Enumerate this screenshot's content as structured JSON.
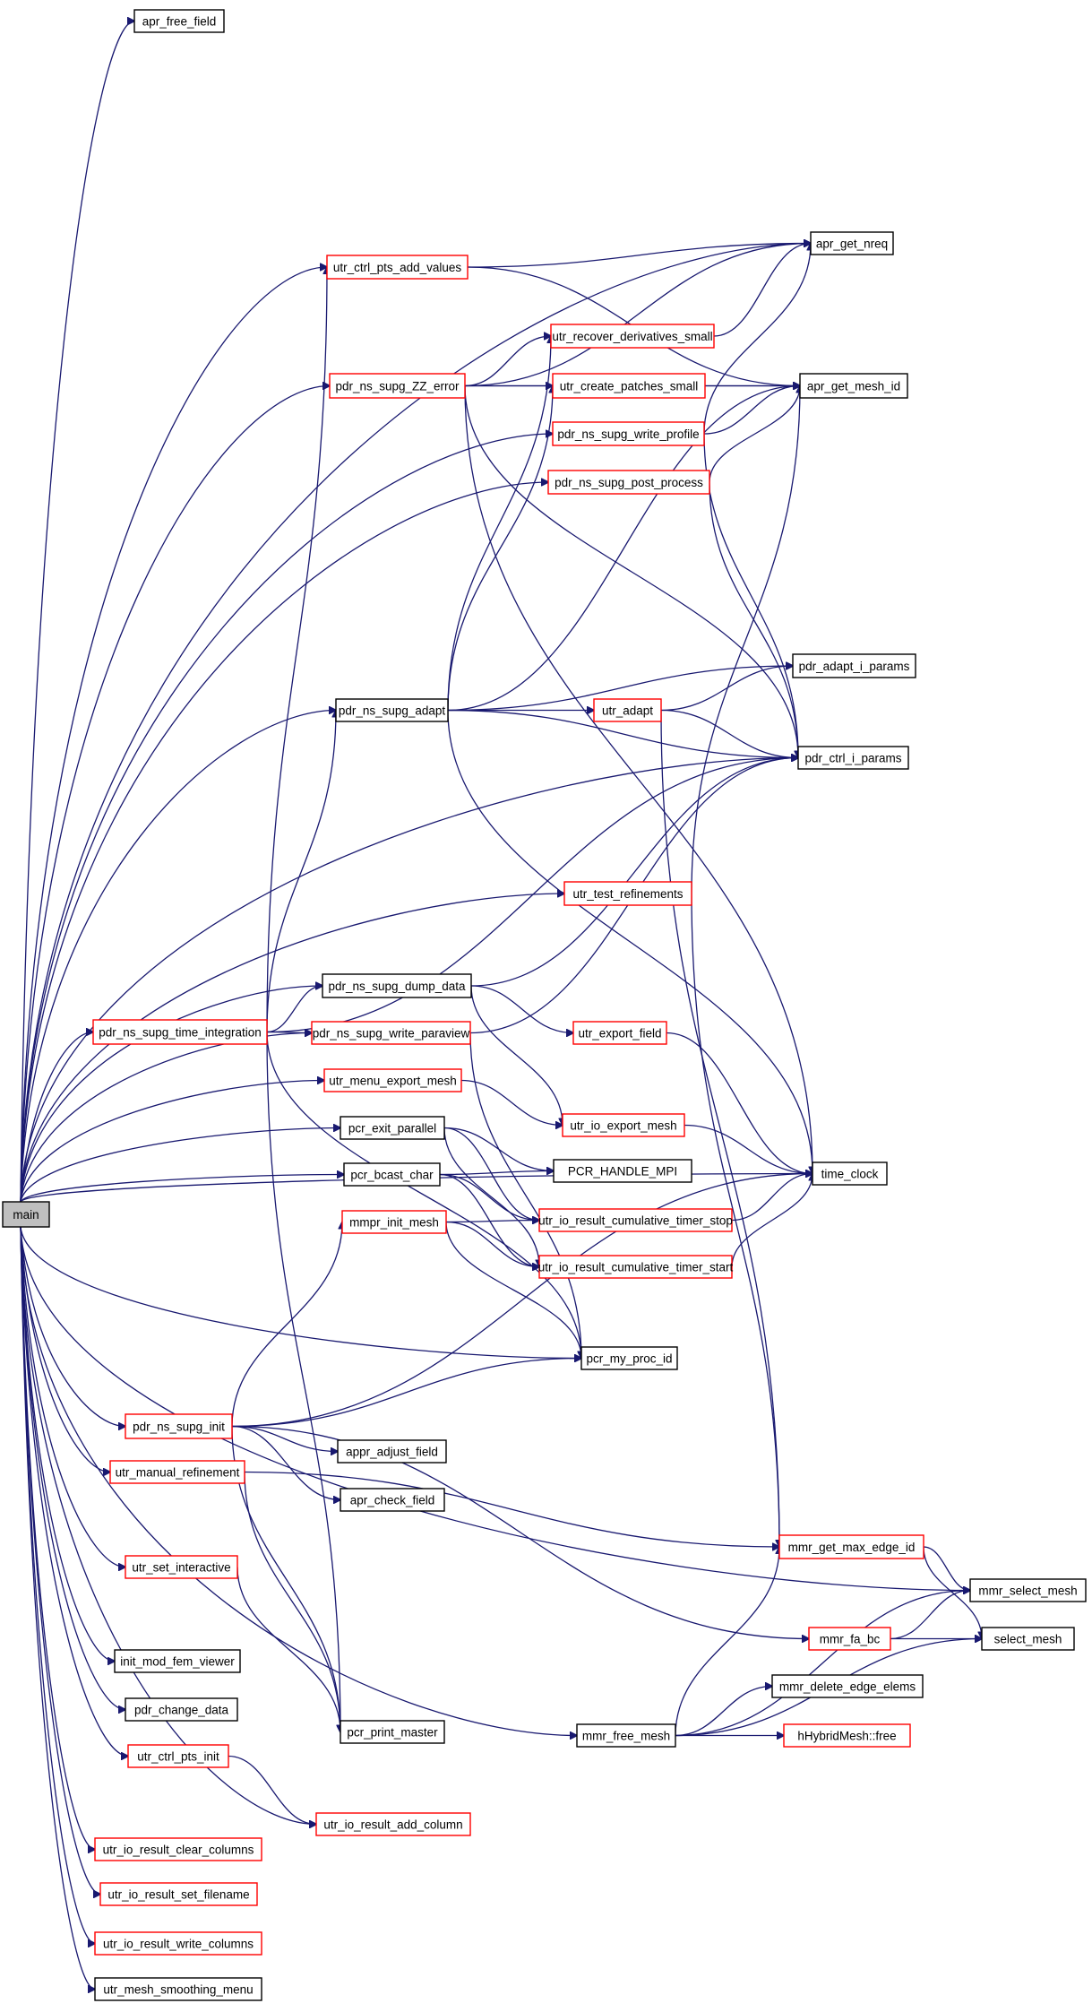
{
  "graph": {
    "colors": {
      "edge": "#191970",
      "root_fill": "#bfbfbf",
      "box_black": "#000000",
      "box_red": "#ff0000"
    },
    "nodes": [
      {
        "id": "main",
        "label": "main",
        "style": "root"
      },
      {
        "id": "apr_free_field",
        "label": "apr_free_field",
        "style": "black"
      },
      {
        "id": "apr_get_nreq",
        "label": "apr_get_nreq",
        "style": "black"
      },
      {
        "id": "utr_ctrl_pts_add_values",
        "label": "utr_ctrl_pts_add_values",
        "style": "red"
      },
      {
        "id": "utr_recover_derivatives_small",
        "label": "utr_recover_derivatives_small",
        "style": "red"
      },
      {
        "id": "pdr_ns_supg_ZZ_error",
        "label": "pdr_ns_supg_ZZ_error",
        "style": "red"
      },
      {
        "id": "utr_create_patches_small",
        "label": "utr_create_patches_small",
        "style": "red"
      },
      {
        "id": "apr_get_mesh_id",
        "label": "apr_get_mesh_id",
        "style": "black"
      },
      {
        "id": "pdr_ns_supg_write_profile",
        "label": "pdr_ns_supg_write_profile",
        "style": "red"
      },
      {
        "id": "pdr_ns_supg_post_process",
        "label": "pdr_ns_supg_post_process",
        "style": "red"
      },
      {
        "id": "pdr_adapt_i_params",
        "label": "pdr_adapt_i_params",
        "style": "black"
      },
      {
        "id": "pdr_ns_supg_adapt",
        "label": "pdr_ns_supg_adapt",
        "style": "black"
      },
      {
        "id": "utr_adapt",
        "label": "utr_adapt",
        "style": "red"
      },
      {
        "id": "pdr_ctrl_i_params",
        "label": "pdr_ctrl_i_params",
        "style": "black"
      },
      {
        "id": "utr_test_refinements",
        "label": "utr_test_refinements",
        "style": "red"
      },
      {
        "id": "pdr_ns_supg_dump_data",
        "label": "pdr_ns_supg_dump_data",
        "style": "black"
      },
      {
        "id": "pdr_ns_supg_time_integration",
        "label": "pdr_ns_supg_time_integration",
        "style": "red"
      },
      {
        "id": "utr_export_field",
        "label": "utr_export_field",
        "style": "red"
      },
      {
        "id": "pdr_ns_supg_write_paraview",
        "label": "pdr_ns_supg_write_paraview",
        "style": "red"
      },
      {
        "id": "utr_menu_export_mesh",
        "label": "utr_menu_export_mesh",
        "style": "red"
      },
      {
        "id": "utr_io_export_mesh",
        "label": "utr_io_export_mesh",
        "style": "red"
      },
      {
        "id": "pcr_exit_parallel",
        "label": "pcr_exit_parallel",
        "style": "black"
      },
      {
        "id": "PCR_HANDLE_MPI",
        "label": "PCR_HANDLE_MPI",
        "style": "black"
      },
      {
        "id": "time_clock",
        "label": "time_clock",
        "style": "black"
      },
      {
        "id": "pcr_bcast_char",
        "label": "pcr_bcast_char",
        "style": "black"
      },
      {
        "id": "mmpr_init_mesh",
        "label": "mmpr_init_mesh",
        "style": "red"
      },
      {
        "id": "utr_io_result_cumulative_timer_stop",
        "label": "utr_io_result_cumulative_timer_stop",
        "style": "red"
      },
      {
        "id": "utr_io_result_cumulative_timer_start",
        "label": "utr_io_result_cumulative_timer_start",
        "style": "red"
      },
      {
        "id": "pcr_my_proc_id",
        "label": "pcr_my_proc_id",
        "style": "black"
      },
      {
        "id": "pdr_ns_supg_init",
        "label": "pdr_ns_supg_init",
        "style": "red"
      },
      {
        "id": "appr_adjust_field",
        "label": "appr_adjust_field",
        "style": "black"
      },
      {
        "id": "utr_manual_refinement",
        "label": "utr_manual_refinement",
        "style": "red"
      },
      {
        "id": "apr_check_field",
        "label": "apr_check_field",
        "style": "black"
      },
      {
        "id": "mmr_get_max_edge_id",
        "label": "mmr_get_max_edge_id",
        "style": "red"
      },
      {
        "id": "utr_set_interactive",
        "label": "utr_set_interactive",
        "style": "red"
      },
      {
        "id": "mmr_select_mesh",
        "label": "mmr_select_mesh",
        "style": "black"
      },
      {
        "id": "mmr_fa_bc",
        "label": "mmr_fa_bc",
        "style": "red"
      },
      {
        "id": "select_mesh",
        "label": "select_mesh",
        "style": "black"
      },
      {
        "id": "init_mod_fem_viewer",
        "label": "init_mod_fem_viewer",
        "style": "black"
      },
      {
        "id": "mmr_delete_edge_elems",
        "label": "mmr_delete_edge_elems",
        "style": "black"
      },
      {
        "id": "pdr_change_data",
        "label": "pdr_change_data",
        "style": "black"
      },
      {
        "id": "mmr_free_mesh",
        "label": "mmr_free_mesh",
        "style": "black"
      },
      {
        "id": "hHybridMesh_free",
        "label": "hHybridMesh::free",
        "style": "red"
      },
      {
        "id": "pcr_print_master",
        "label": "pcr_print_master",
        "style": "black"
      },
      {
        "id": "utr_ctrl_pts_init",
        "label": "utr_ctrl_pts_init",
        "style": "red"
      },
      {
        "id": "utr_io_result_add_column",
        "label": "utr_io_result_add_column",
        "style": "red"
      },
      {
        "id": "utr_io_result_clear_columns",
        "label": "utr_io_result_clear_columns",
        "style": "red"
      },
      {
        "id": "utr_io_result_set_filename",
        "label": "utr_io_result_set_filename",
        "style": "red"
      },
      {
        "id": "utr_io_result_write_columns",
        "label": "utr_io_result_write_columns",
        "style": "red"
      },
      {
        "id": "utr_mesh_smoothing_menu",
        "label": "utr_mesh_smoothing_menu",
        "style": "black"
      }
    ],
    "edges": [
      [
        "main",
        "apr_free_field"
      ],
      [
        "main",
        "apr_get_nreq"
      ],
      [
        "main",
        "utr_ctrl_pts_add_values"
      ],
      [
        "main",
        "pdr_ns_supg_ZZ_error"
      ],
      [
        "main",
        "pdr_ns_supg_write_profile"
      ],
      [
        "main",
        "pdr_ns_supg_post_process"
      ],
      [
        "main",
        "pdr_ns_supg_adapt"
      ],
      [
        "main",
        "pdr_ctrl_i_params"
      ],
      [
        "main",
        "utr_test_refinements"
      ],
      [
        "main",
        "pdr_ns_supg_dump_data"
      ],
      [
        "main",
        "pdr_ns_supg_time_integration"
      ],
      [
        "main",
        "pdr_ns_supg_write_paraview"
      ],
      [
        "main",
        "utr_menu_export_mesh"
      ],
      [
        "main",
        "pcr_exit_parallel"
      ],
      [
        "main",
        "pcr_bcast_char"
      ],
      [
        "main",
        "time_clock"
      ],
      [
        "main",
        "pcr_my_proc_id"
      ],
      [
        "main",
        "pdr_ns_supg_init"
      ],
      [
        "main",
        "utr_manual_refinement"
      ],
      [
        "main",
        "utr_set_interactive"
      ],
      [
        "main",
        "mmr_select_mesh"
      ],
      [
        "main",
        "init_mod_fem_viewer"
      ],
      [
        "main",
        "pdr_change_data"
      ],
      [
        "main",
        "mmr_free_mesh"
      ],
      [
        "main",
        "utr_ctrl_pts_init"
      ],
      [
        "main",
        "utr_io_result_add_column"
      ],
      [
        "main",
        "utr_io_result_clear_columns"
      ],
      [
        "main",
        "utr_io_result_set_filename"
      ],
      [
        "main",
        "utr_io_result_write_columns"
      ],
      [
        "main",
        "utr_mesh_smoothing_menu"
      ],
      [
        "utr_ctrl_pts_add_values",
        "apr_get_nreq"
      ],
      [
        "utr_ctrl_pts_add_values",
        "apr_get_mesh_id"
      ],
      [
        "pdr_ns_supg_ZZ_error",
        "apr_get_nreq"
      ],
      [
        "pdr_ns_supg_ZZ_error",
        "utr_recover_derivatives_small"
      ],
      [
        "pdr_ns_supg_ZZ_error",
        "utr_create_patches_small"
      ],
      [
        "pdr_ns_supg_ZZ_error",
        "apr_get_mesh_id"
      ],
      [
        "pdr_ns_supg_ZZ_error",
        "pdr_ctrl_i_params"
      ],
      [
        "pdr_ns_supg_ZZ_error",
        "time_clock"
      ],
      [
        "utr_recover_derivatives_small",
        "apr_get_nreq"
      ],
      [
        "utr_create_patches_small",
        "apr_get_mesh_id"
      ],
      [
        "pdr_ns_supg_write_profile",
        "apr_get_nreq"
      ],
      [
        "pdr_ns_supg_write_profile",
        "apr_get_mesh_id"
      ],
      [
        "pdr_ns_supg_write_profile",
        "pdr_ctrl_i_params"
      ],
      [
        "pdr_ns_supg_post_process",
        "apr_get_mesh_id"
      ],
      [
        "pdr_ns_supg_post_process",
        "pdr_ctrl_i_params"
      ],
      [
        "pdr_ns_supg_adapt",
        "utr_recover_derivatives_small"
      ],
      [
        "pdr_ns_supg_adapt",
        "utr_create_patches_small"
      ],
      [
        "pdr_ns_supg_adapt",
        "apr_get_mesh_id"
      ],
      [
        "pdr_ns_supg_adapt",
        "pdr_adapt_i_params"
      ],
      [
        "pdr_ns_supg_adapt",
        "utr_adapt"
      ],
      [
        "pdr_ns_supg_adapt",
        "pdr_ctrl_i_params"
      ],
      [
        "pdr_ns_supg_adapt",
        "time_clock"
      ],
      [
        "utr_adapt",
        "pdr_adapt_i_params"
      ],
      [
        "utr_adapt",
        "pdr_ctrl_i_params"
      ],
      [
        "utr_adapt",
        "mmr_get_max_edge_id"
      ],
      [
        "utr_test_refinements",
        "apr_get_mesh_id"
      ],
      [
        "utr_test_refinements",
        "mmr_get_max_edge_id"
      ],
      [
        "pdr_ns_supg_time_integration",
        "utr_ctrl_pts_add_values"
      ],
      [
        "pdr_ns_supg_time_integration",
        "pdr_ns_supg_adapt"
      ],
      [
        "pdr_ns_supg_time_integration",
        "pdr_ctrl_i_params"
      ],
      [
        "pdr_ns_supg_time_integration",
        "pdr_ns_supg_dump_data"
      ],
      [
        "pdr_ns_supg_time_integration",
        "pdr_ns_supg_write_paraview"
      ],
      [
        "pdr_ns_supg_time_integration",
        "pcr_my_proc_id"
      ],
      [
        "pdr_ns_supg_time_integration",
        "pcr_print_master"
      ],
      [
        "pdr_ns_supg_dump_data",
        "pdr_ctrl_i_params"
      ],
      [
        "pdr_ns_supg_dump_data",
        "utr_export_field"
      ],
      [
        "pdr_ns_supg_dump_data",
        "utr_io_export_mesh"
      ],
      [
        "pdr_ns_supg_write_paraview",
        "pdr_ctrl_i_params"
      ],
      [
        "pdr_ns_supg_write_paraview",
        "pcr_my_proc_id"
      ],
      [
        "utr_export_field",
        "time_clock"
      ],
      [
        "utr_menu_export_mesh",
        "utr_io_export_mesh"
      ],
      [
        "utr_io_export_mesh",
        "time_clock"
      ],
      [
        "pcr_exit_parallel",
        "PCR_HANDLE_MPI"
      ],
      [
        "pcr_exit_parallel",
        "utr_io_result_cumulative_timer_stop"
      ],
      [
        "pcr_exit_parallel",
        "utr_io_result_cumulative_timer_start"
      ],
      [
        "pcr_bcast_char",
        "PCR_HANDLE_MPI"
      ],
      [
        "pcr_bcast_char",
        "utr_io_result_cumulative_timer_stop"
      ],
      [
        "pcr_bcast_char",
        "utr_io_result_cumulative_timer_start"
      ],
      [
        "mmpr_init_mesh",
        "utr_io_result_cumulative_timer_stop"
      ],
      [
        "mmpr_init_mesh",
        "utr_io_result_cumulative_timer_start"
      ],
      [
        "mmpr_init_mesh",
        "pcr_my_proc_id"
      ],
      [
        "utr_io_result_cumulative_timer_stop",
        "time_clock"
      ],
      [
        "utr_io_result_cumulative_timer_start",
        "time_clock"
      ],
      [
        "pdr_ns_supg_init",
        "mmpr_init_mesh"
      ],
      [
        "pdr_ns_supg_init",
        "pcr_my_proc_id"
      ],
      [
        "pdr_ns_supg_init",
        "appr_adjust_field"
      ],
      [
        "pdr_ns_supg_init",
        "apr_check_field"
      ],
      [
        "pdr_ns_supg_init",
        "time_clock"
      ],
      [
        "pdr_ns_supg_init",
        "mmr_fa_bc"
      ],
      [
        "pdr_ns_supg_init",
        "pcr_print_master"
      ],
      [
        "utr_manual_refinement",
        "mmr_get_max_edge_id"
      ],
      [
        "utr_manual_refinement",
        "pcr_print_master"
      ],
      [
        "utr_set_interactive",
        "pcr_print_master"
      ],
      [
        "utr_ctrl_pts_init",
        "utr_io_result_add_column"
      ],
      [
        "mmr_get_max_edge_id",
        "mmr_select_mesh"
      ],
      [
        "mmr_get_max_edge_id",
        "select_mesh"
      ],
      [
        "mmr_fa_bc",
        "mmr_select_mesh"
      ],
      [
        "mmr_fa_bc",
        "select_mesh"
      ],
      [
        "mmr_free_mesh",
        "mmr_get_max_edge_id"
      ],
      [
        "mmr_free_mesh",
        "mmr_select_mesh"
      ],
      [
        "mmr_free_mesh",
        "mmr_delete_edge_elems"
      ],
      [
        "mmr_free_mesh",
        "hHybridMesh_free"
      ],
      [
        "mmr_free_mesh",
        "select_mesh"
      ]
    ]
  }
}
